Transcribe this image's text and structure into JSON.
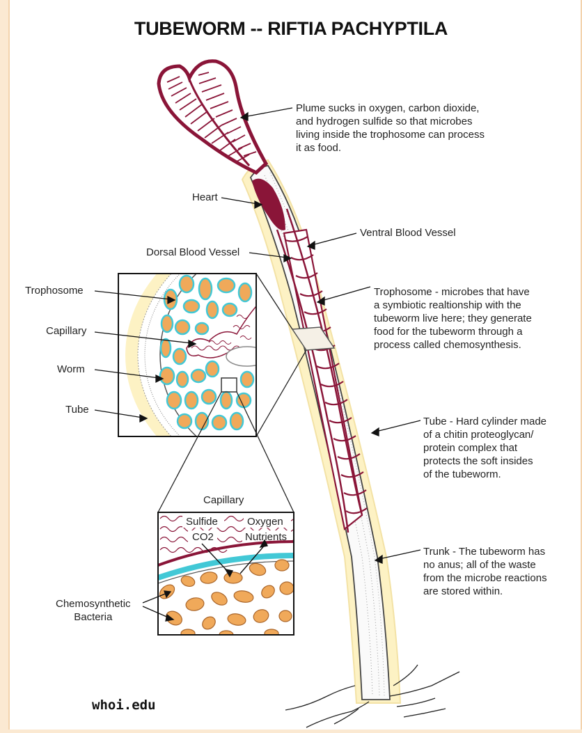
{
  "title": "TUBEWORM -- RIFTIA PACHYPTILA",
  "labels": {
    "plume": [
      "Plume sucks in oxygen,  carbon dioxide,",
      "and hydrogen sulfide so that microbes",
      "living inside the trophosome can process",
      "it as food."
    ],
    "heart": "Heart",
    "ventral": "Ventral Blood Vessel",
    "dorsal": "Dorsal Blood Vessel",
    "trophosome_desc": [
      "Trophosome - microbes that have",
      "a symbiotic realtionship with the",
      "tubeworm live here; they generate",
      "food for the tubeworm through a",
      "process called chemosynthesis."
    ],
    "tube_desc": [
      "Tube - Hard cylinder made",
      "of a chitin proteoglycan/",
      "protein complex that",
      "protects the soft insides",
      "of the tubeworm."
    ],
    "trunk_desc": [
      "Trunk - The tubeworm has",
      "no anus; all of the waste",
      "from the microbe reactions",
      "are stored  within."
    ],
    "inset_trophosome": "Trophosome",
    "inset_capillary": "Capillary",
    "inset_worm": "Worm",
    "inset_tube": "Tube",
    "detail_capillary": "Capillary",
    "sulfide": "Sulfide",
    "oxygen": "Oxygen",
    "co2": "CO2",
    "nutrients": "Nutrients",
    "bacteria": [
      "Chemosynthetic",
      "Bacteria"
    ]
  },
  "credit": "whoi.edu",
  "colors": {
    "maroon": "#8a1538",
    "bacteria_orange": "#f0a95a",
    "cyan": "#42c8d6",
    "tube_yellow": "#fdf2c4",
    "background": "#fbe9d2"
  }
}
